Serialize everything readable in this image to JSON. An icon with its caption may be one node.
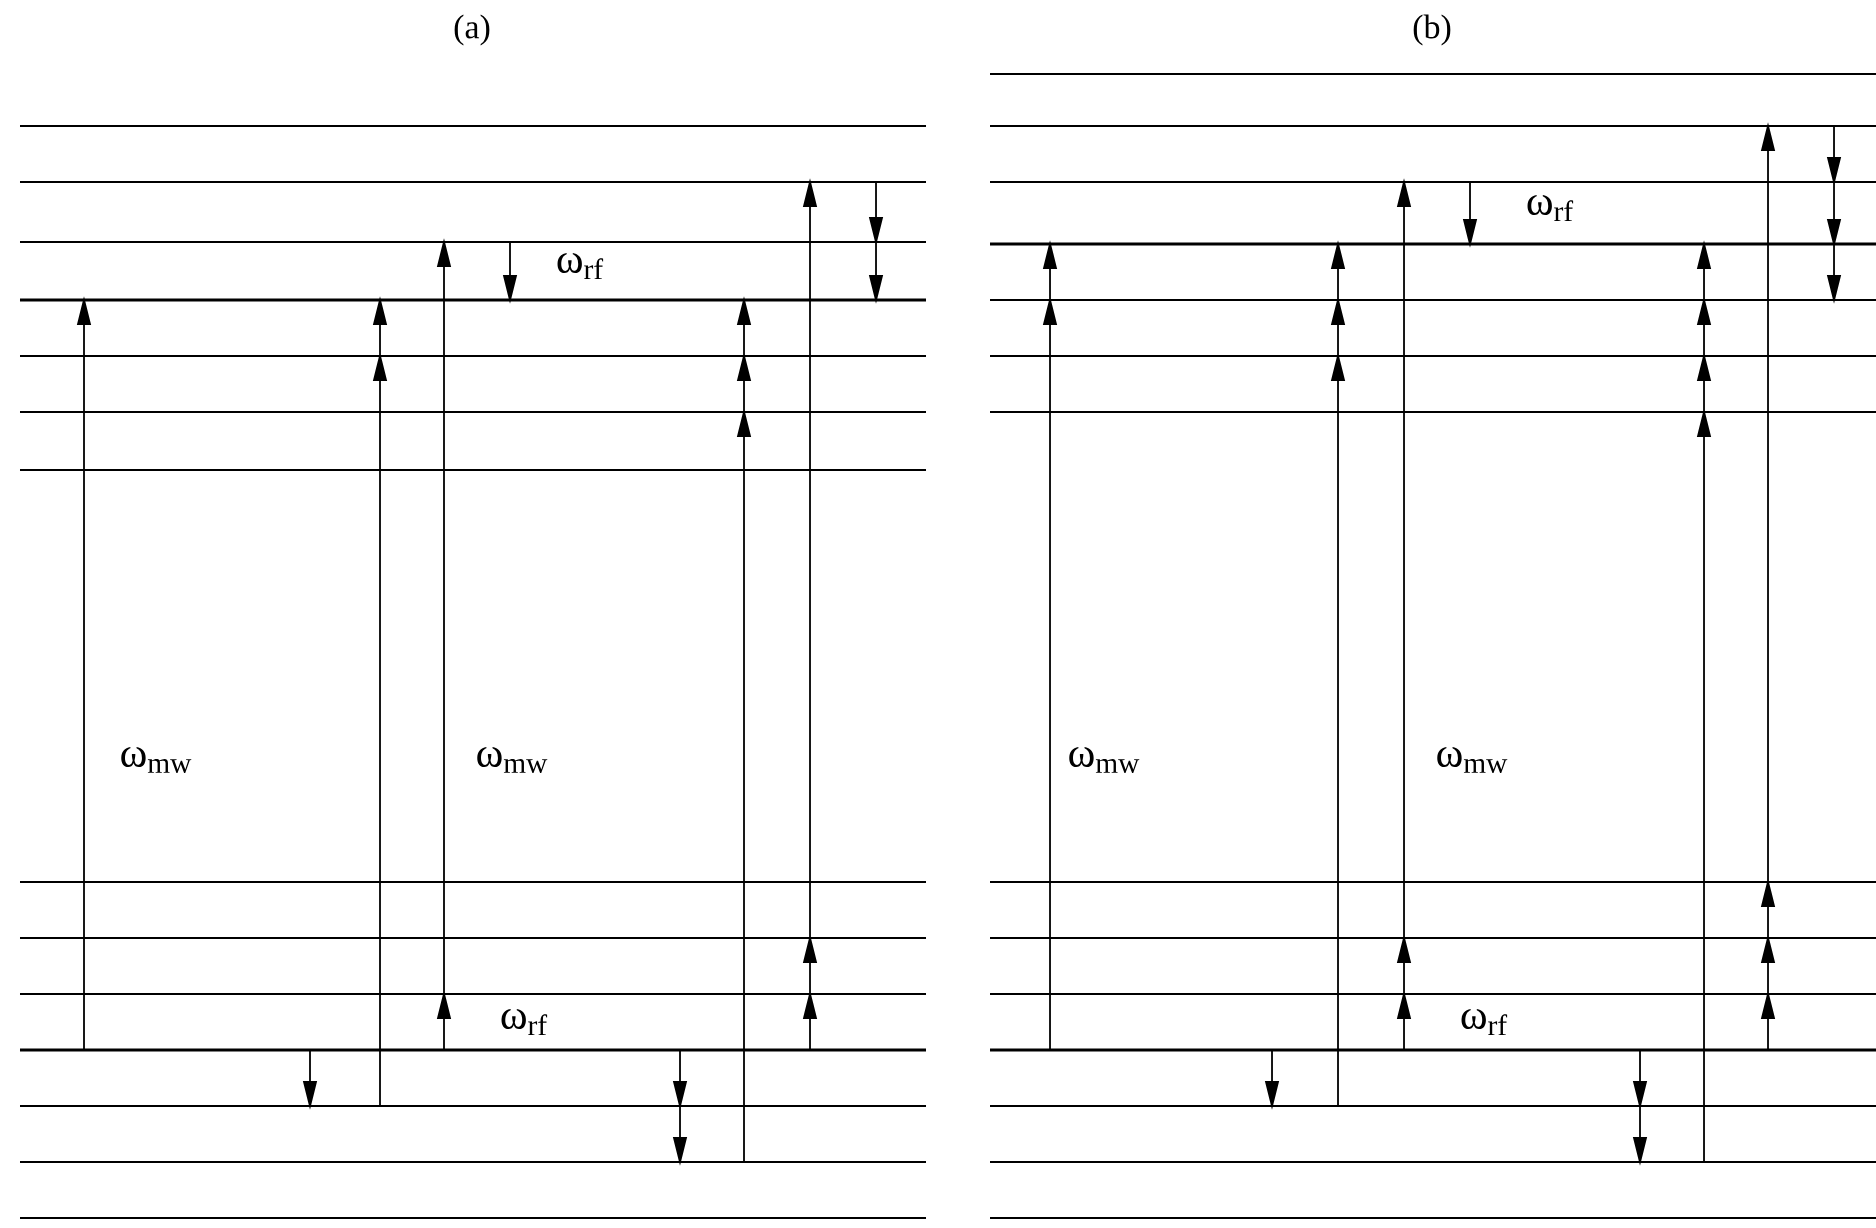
{
  "diagram": {
    "labels": [
      "(a)",
      "(b)",
      "ω$_{rf}$",
      "ω$_{rf}$",
      "ω$_{mw}$",
      "ω$_{mw}$",
      "ω$_{mw}$",
      "ω$_{mw}$",
      "ω$_{rf}$",
      "ω$_{rf}$"
    ]
  }
}
